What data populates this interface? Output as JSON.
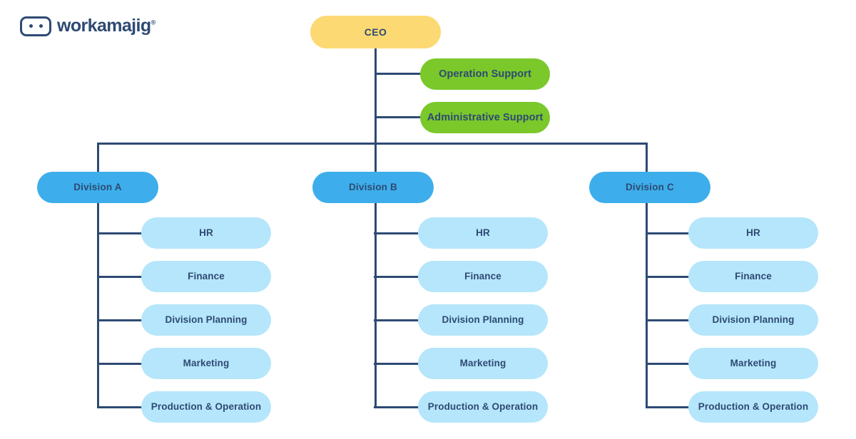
{
  "brand": {
    "name": "workamajig",
    "trademark": "®",
    "logo_icon": "robot-face-icon",
    "color": "#2E4A73"
  },
  "palette": {
    "ceo": "#FCD972",
    "support": "#7AC82A",
    "division": "#3DAEEB",
    "subunit": "#B5E6FB",
    "line": "#2E4A73",
    "text": "#2E4A73",
    "background": "#FFFFFF"
  },
  "chart_title": "",
  "org_chart": {
    "type": "org-tree",
    "root": {
      "label": "CEO",
      "level": 0,
      "color": "#FCD972"
    },
    "support": [
      {
        "label": "Operation Support",
        "level": 1,
        "color": "#7AC82A"
      },
      {
        "label": "Administrative Support",
        "level": 1,
        "color": "#7AC82A"
      }
    ],
    "divisions": [
      {
        "label": "Division A",
        "color": "#3DAEEB",
        "children": [
          {
            "label": "HR"
          },
          {
            "label": "Finance"
          },
          {
            "label": "Division Planning"
          },
          {
            "label": "Marketing"
          },
          {
            "label": "Production & Operation"
          }
        ]
      },
      {
        "label": "Division B",
        "color": "#3DAEEB",
        "children": [
          {
            "label": "HR"
          },
          {
            "label": "Finance"
          },
          {
            "label": "Division Planning"
          },
          {
            "label": "Marketing"
          },
          {
            "label": "Production & Operation"
          }
        ]
      },
      {
        "label": "Division C",
        "color": "#3DAEEB",
        "children": [
          {
            "label": "HR"
          },
          {
            "label": "Finance"
          },
          {
            "label": "Division Planning"
          },
          {
            "label": "Marketing"
          },
          {
            "label": "Production & Operation"
          }
        ]
      }
    ]
  }
}
